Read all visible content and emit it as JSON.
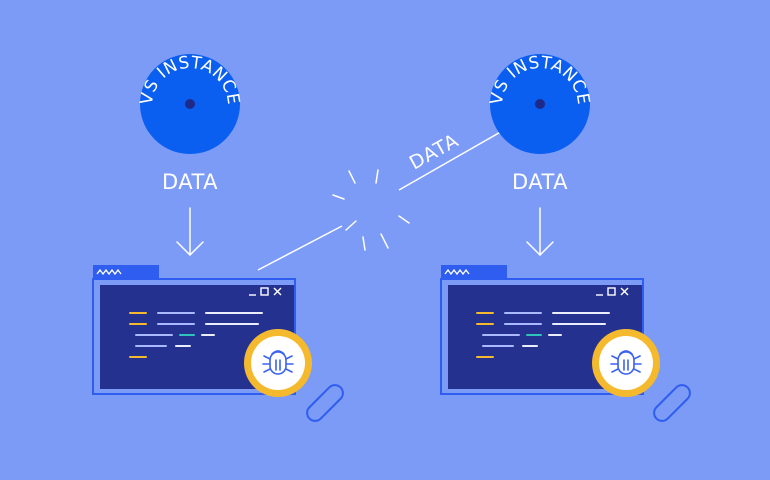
{
  "colors": {
    "background": "#7b9bf7",
    "disc": "#0a5ff0",
    "disc_center": "#1e2a8a",
    "window_frame": "#2f5df0",
    "window_body": "#24318f",
    "code_yellow": "#f5b92e",
    "code_light": "#a9b8ff",
    "code_white": "#e9edff",
    "code_teal": "#2fc4b9",
    "magnifier_ring": "#f5b92e",
    "magnifier_glass": "#ffffff",
    "bug_stroke": "#3c62f0",
    "line": "#ffffff"
  },
  "left": {
    "disc_label": "VS INSTANCE",
    "data_label": "DATA"
  },
  "right": {
    "disc_label": "VS INSTANCE",
    "data_label": "DATA"
  },
  "link": {
    "label": "DATA"
  },
  "icons": {
    "window_controls": [
      "minimize-icon",
      "maximize-icon",
      "close-icon"
    ],
    "tab_wave": "wave-icon",
    "magnifier": "magnifier-icon",
    "bug": "bug-icon",
    "arrow": "arrow-down-icon",
    "break": "spark-icon"
  }
}
